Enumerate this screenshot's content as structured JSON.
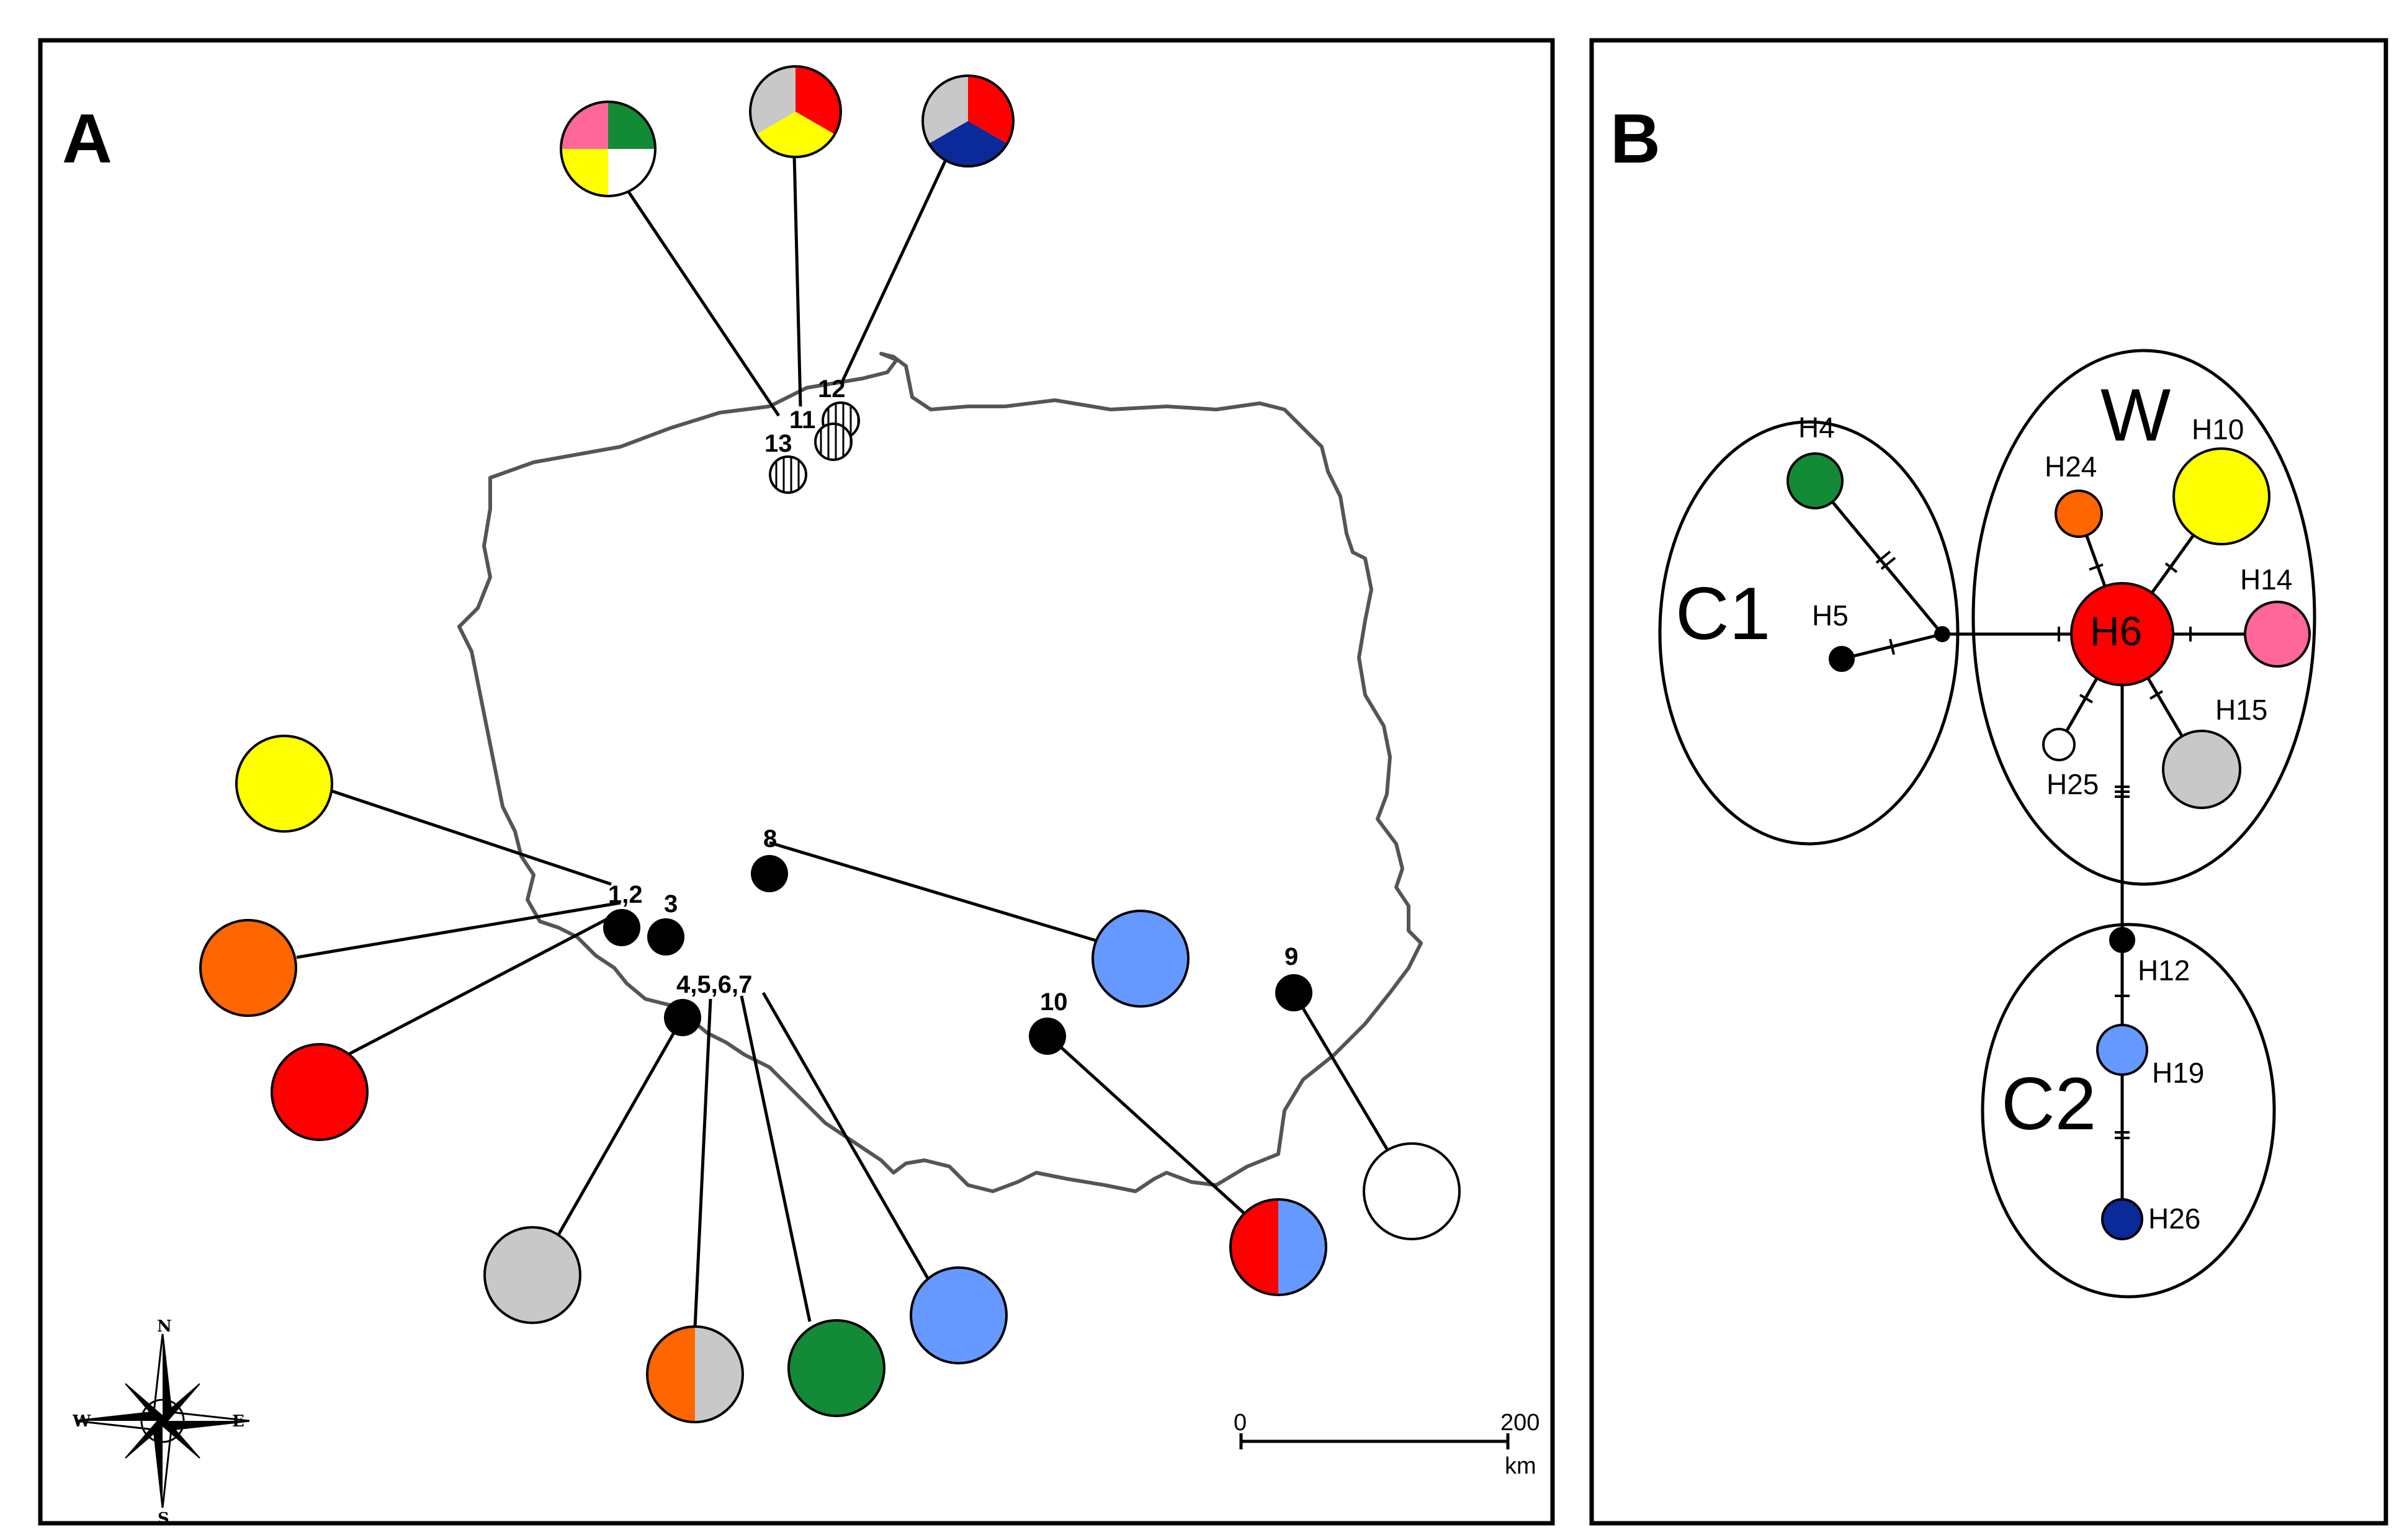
{
  "colors": {
    "yellow": "#ffff00",
    "orange": "#ff6600",
    "red": "#ff0000",
    "grey": "#c8c8c8",
    "green": "#138a36",
    "lightblue": "#6699ff",
    "white": "#ffffff",
    "pink": "#ff6699",
    "darkblue": "#0a2a99",
    "black": "#000000"
  },
  "panel_a": {
    "label": "A",
    "scale_bar": {
      "start": "0",
      "end": "200",
      "unit": "km"
    },
    "compass": {
      "n": "N",
      "s": "S",
      "e": "E",
      "w": "W"
    },
    "site_labels": [
      "1,2",
      "3",
      "4,5,6,7",
      "8",
      "9",
      "10",
      "11",
      "12",
      "13"
    ],
    "pies": [
      {
        "name": "pie-site-13",
        "slices": [
          "green",
          "white",
          "yellow",
          "pink"
        ]
      },
      {
        "name": "pie-site-11",
        "slices": [
          "red",
          "yellow",
          "grey"
        ]
      },
      {
        "name": "pie-site-12",
        "slices": [
          "red",
          "darkblue",
          "grey"
        ]
      },
      {
        "name": "pie-site-1-yellow",
        "slices": [
          "yellow"
        ]
      },
      {
        "name": "pie-site-2-orange",
        "slices": [
          "orange"
        ]
      },
      {
        "name": "pie-site-3-red",
        "slices": [
          "red"
        ]
      },
      {
        "name": "pie-site-4-grey",
        "slices": [
          "grey"
        ]
      },
      {
        "name": "pie-site-5-orange-grey",
        "slices": [
          "orange",
          "grey"
        ]
      },
      {
        "name": "pie-site-6-green",
        "slices": [
          "green"
        ]
      },
      {
        "name": "pie-site-7-lightblue",
        "slices": [
          "lightblue"
        ]
      },
      {
        "name": "pie-site-8-lightblue",
        "slices": [
          "lightblue"
        ]
      },
      {
        "name": "pie-site-10-red-lightblue",
        "slices": [
          "red",
          "lightblue"
        ]
      },
      {
        "name": "pie-site-9-white",
        "slices": [
          "white"
        ]
      }
    ]
  },
  "panel_b": {
    "label": "B",
    "clusters": [
      "C1",
      "W",
      "C2"
    ],
    "haplotypes": [
      {
        "id": "H4",
        "label": "H4",
        "color": "green"
      },
      {
        "id": "H5",
        "label": "H5",
        "color": "black"
      },
      {
        "id": "H6",
        "label": "H6",
        "color": "red"
      },
      {
        "id": "H10",
        "label": "H10",
        "color": "yellow"
      },
      {
        "id": "H24",
        "label": "H24",
        "color": "orange"
      },
      {
        "id": "H14",
        "label": "H14",
        "color": "pink"
      },
      {
        "id": "H15",
        "label": "H15",
        "color": "grey"
      },
      {
        "id": "H25",
        "label": "H25",
        "color": "white"
      },
      {
        "id": "H12",
        "label": "H12",
        "color": "black"
      },
      {
        "id": "H19",
        "label": "H19",
        "color": "lightblue"
      },
      {
        "id": "H26",
        "label": "H26",
        "color": "darkblue"
      }
    ]
  }
}
